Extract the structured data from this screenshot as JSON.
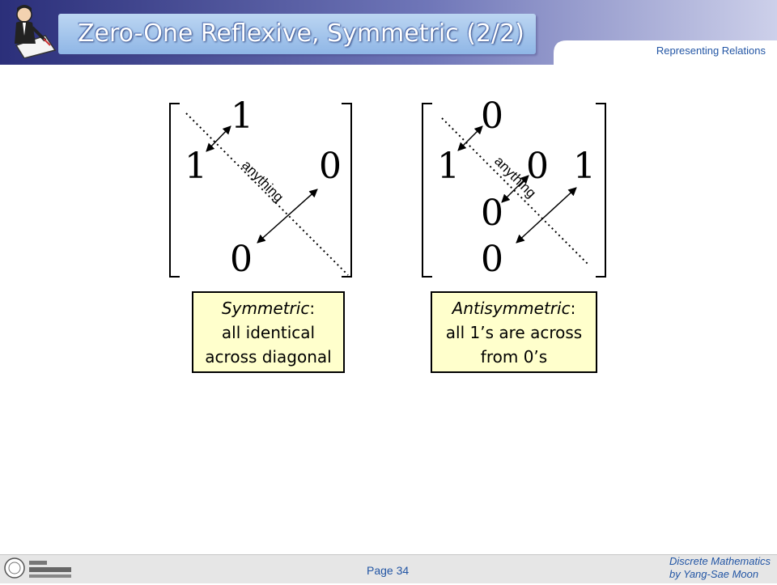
{
  "slide": {
    "title": "Zero-One Reflexive, Symmetric (2/2)",
    "subtitle": "Representing Relations"
  },
  "left_matrix": {
    "entries": {
      "top": "1",
      "left": "1",
      "right": "0",
      "bottom": "0"
    },
    "diagonal_label": "anything"
  },
  "right_matrix": {
    "entries": {
      "top": "0",
      "left": "1",
      "center": "0",
      "right": "1",
      "mid_left": "0",
      "bottom": "0"
    },
    "diagonal_label": "anything"
  },
  "callouts": {
    "symmetric": {
      "term": "Symmetric",
      "colon": ":",
      "line2": "all identical",
      "line3": "across diagonal"
    },
    "antisymmetric": {
      "term": "Antisymmetric",
      "colon": ":",
      "line2": "all 1’s are across",
      "line3": "from 0’s"
    }
  },
  "footer": {
    "page": "Page 34",
    "course": "Discrete Mathematics",
    "author": "by Yang-Sae Moon"
  },
  "colors": {
    "header_dark": "#2b2f7a",
    "header_light": "#c9cde8",
    "title_box": "#a9c8ee",
    "accent_text": "#2255a4",
    "callout_fill": "#ffffcc"
  }
}
